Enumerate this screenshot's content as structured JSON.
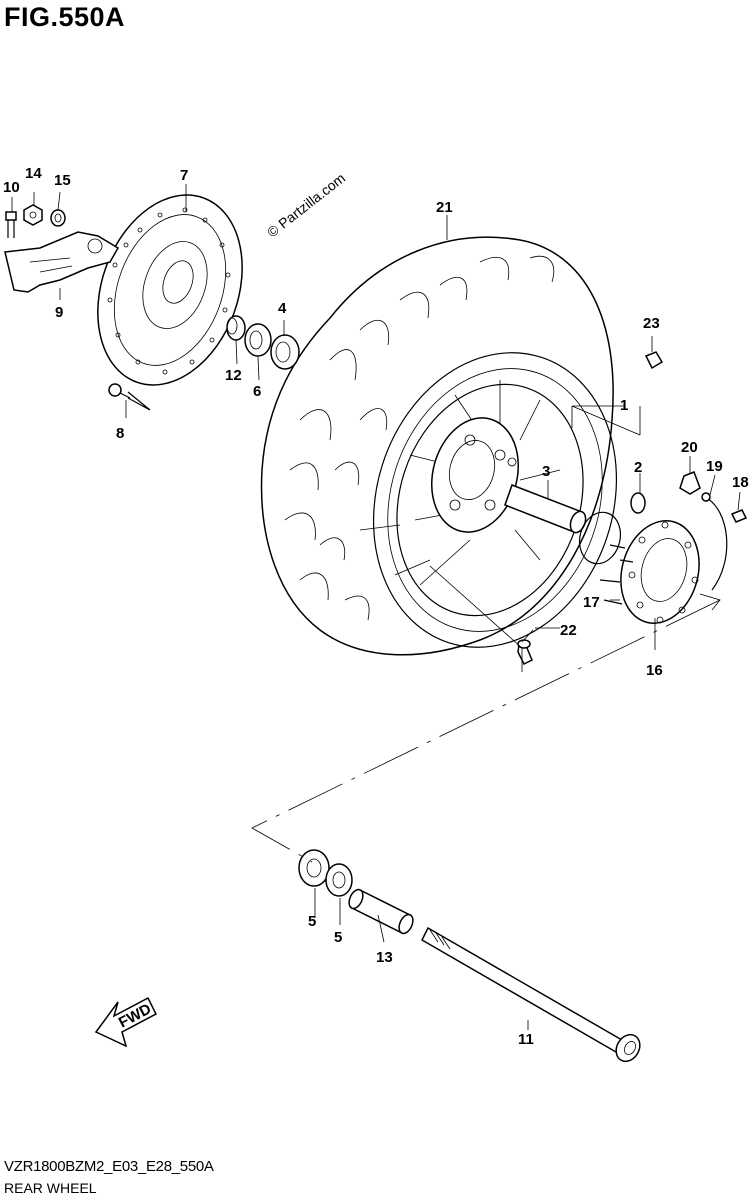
{
  "figure": {
    "title": "FIG.550A",
    "code": "VZR1800BZM2_E03_E28_550A",
    "name": "REAR WHEEL",
    "watermark": "© Partzilla.com",
    "fwd_label": "FWD"
  },
  "labels": {
    "p1": "1",
    "p2": "2",
    "p3": "3",
    "p4": "4",
    "p5a": "5",
    "p5b": "5",
    "p6": "6",
    "p7": "7",
    "p8": "8",
    "p9": "9",
    "p10": "10",
    "p11": "11",
    "p12": "12",
    "p13": "13",
    "p14": "14",
    "p15": "15",
    "p16": "16",
    "p17": "17",
    "p18": "18",
    "p19": "19",
    "p20": "20",
    "p21": "21",
    "p22": "22",
    "p23": "23"
  }
}
